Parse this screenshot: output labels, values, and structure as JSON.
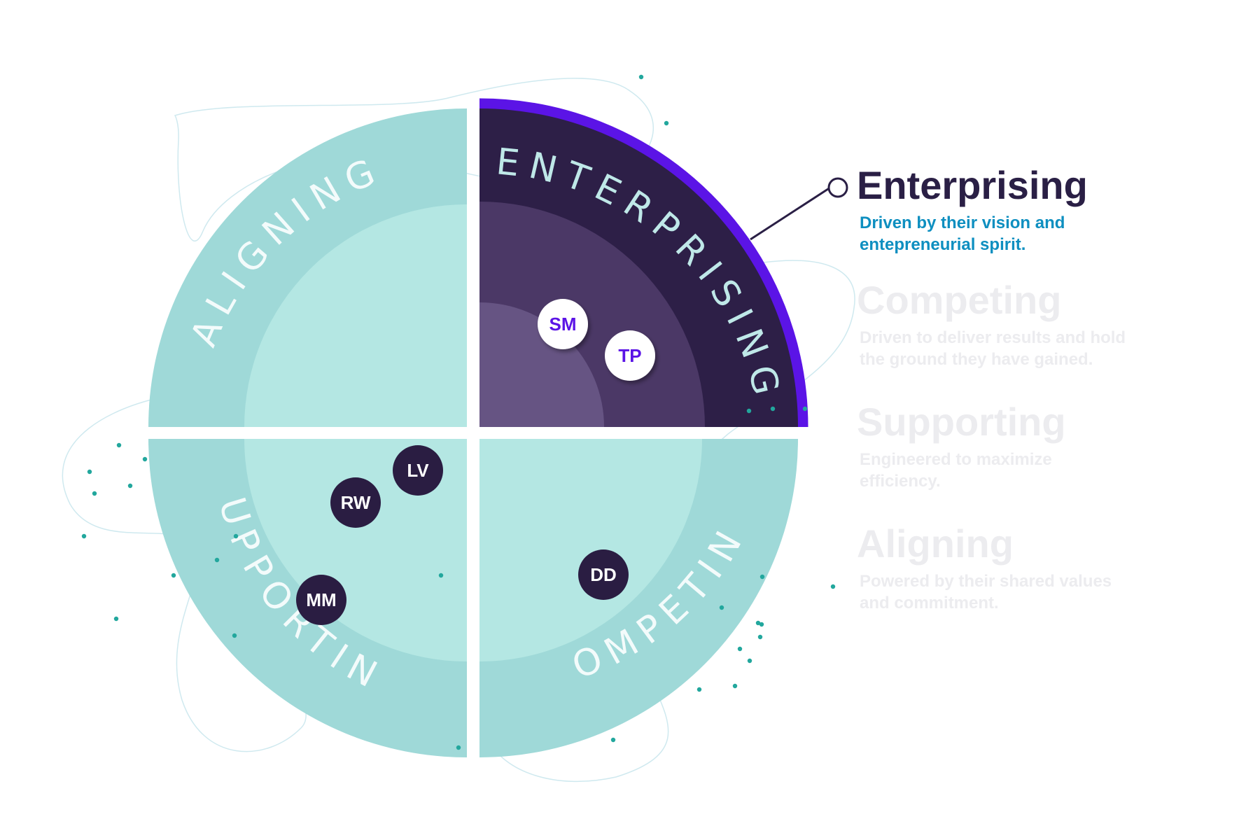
{
  "colors": {
    "teal_outer": "#9fd9d8",
    "teal_inner": "#b4e7e3",
    "dark_outer": "#2d1f47",
    "dark_mid": "#4b3866",
    "dark_inner": "#665483",
    "accent_arc": "#5b14e6",
    "dark_badge": "#2a1d42",
    "badge_text_light": "#ffffff",
    "badge_text_accent": "#5b14e6",
    "ring_text_teal": "#f3fbfb",
    "ring_text_dark": "#bfe8e8",
    "dots": "#22a79d",
    "outline": "#cfe9ef",
    "connector": "#2a1f45"
  },
  "quadrants": [
    {
      "id": "enterprising",
      "ring_label": "ENTERPRISING",
      "highlighted": true
    },
    {
      "id": "competing",
      "ring_label": "COMPETING",
      "highlighted": false
    },
    {
      "id": "supporting",
      "ring_label": "SUPPORTING",
      "highlighted": false
    },
    {
      "id": "aligning",
      "ring_label": "ALIGNING",
      "highlighted": false
    }
  ],
  "people": [
    {
      "initials": "SM",
      "quadrant": "enterprising",
      "style": "light"
    },
    {
      "initials": "TP",
      "quadrant": "enterprising",
      "style": "light"
    },
    {
      "initials": "LV",
      "quadrant": "supporting",
      "style": "dark"
    },
    {
      "initials": "RW",
      "quadrant": "supporting",
      "style": "dark"
    },
    {
      "initials": "MM",
      "quadrant": "supporting",
      "style": "dark"
    },
    {
      "initials": "DD",
      "quadrant": "competing",
      "style": "dark"
    }
  ],
  "legend": [
    {
      "title": "Enterprising",
      "description_line1": "Driven by their vision and",
      "description_line2": "entepreneurial spirit.",
      "active": true
    },
    {
      "title": "Competing",
      "description_line1": "Driven to deliver results and hold",
      "description_line2": "the ground they have gained.",
      "active": false
    },
    {
      "title": "Supporting",
      "description_line1": "Engineered to maximize",
      "description_line2": "efficiency.",
      "active": false
    },
    {
      "title": "Aligning",
      "description_line1": "Powered by their shared values",
      "description_line2": "and commitment.",
      "active": false
    }
  ]
}
